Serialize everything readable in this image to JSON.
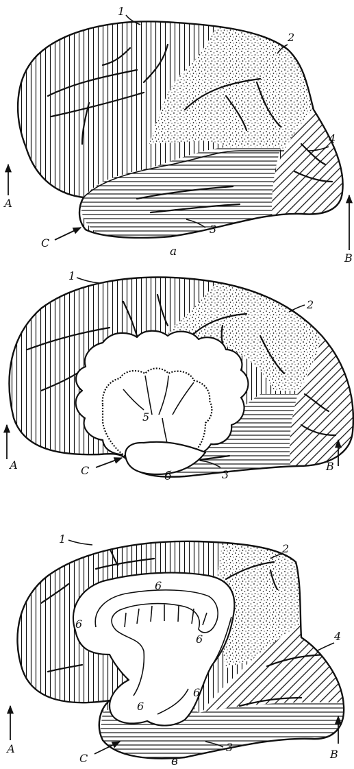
{
  "panels": [
    {
      "caption": "а",
      "region_labels": [
        "1",
        "2",
        "3",
        "4"
      ],
      "direction_labels": {
        "left": "А",
        "bottom": "С",
        "right": "В"
      }
    },
    {
      "caption": "б",
      "region_labels": [
        "1",
        "2",
        "3",
        "5"
      ],
      "direction_labels": {
        "left": "А",
        "bottom": "С",
        "right": "В"
      }
    },
    {
      "caption": "в",
      "region_labels": [
        "1",
        "2",
        "3",
        "4",
        "6",
        "6",
        "6",
        "6",
        "6"
      ],
      "direction_labels": {
        "left": "А",
        "bottom": "С",
        "right": "В"
      }
    }
  ],
  "region_fills": {
    "1": "vertical-hatching",
    "2": "stippling",
    "3": "horizontal-hatching",
    "4": "diagonal-hatching",
    "5": "blank-insula",
    "6": "blank-limbic"
  },
  "colors": {
    "ink": "#111111",
    "paper": "#ffffff"
  }
}
